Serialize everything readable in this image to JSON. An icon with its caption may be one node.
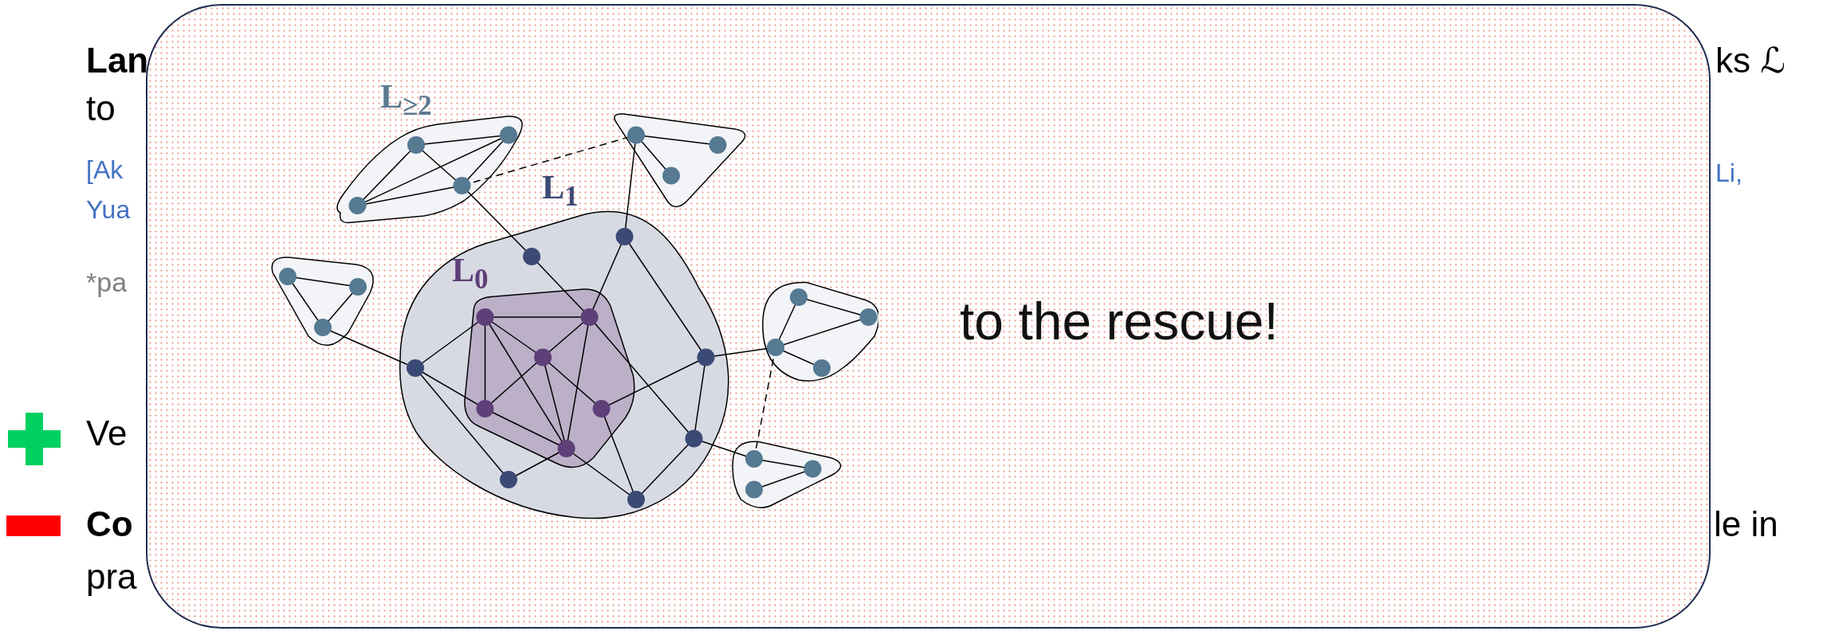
{
  "diagram": {
    "nodes": [
      {
        "text": [
          "to the rescue!"
        ]
      }
    ],
    "labels": [
      "Lan",
      "ks ℒ",
      "to",
      "L$_{≥2}$",
      "[Ak",
      "Li,",
      "L$_{1}$",
      "Yua",
      "*pa",
      "L$_{0}$",
      "Ve",
      "Co",
      "le in",
      "pra"
    ]
  }
}
